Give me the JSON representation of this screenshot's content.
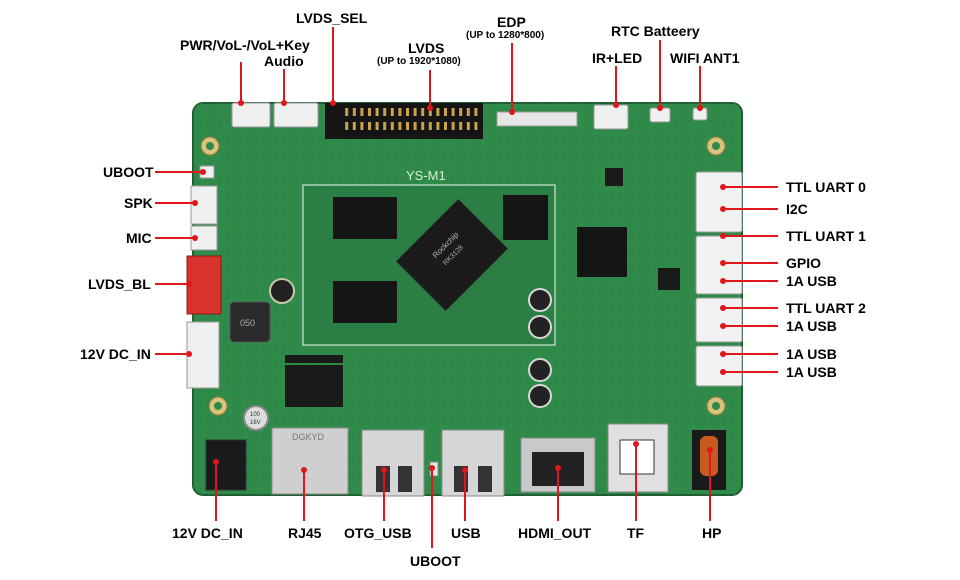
{
  "board": {
    "silkscreen_model": "YS-M1",
    "soc_brand": "Rockchip",
    "soc_part": "RK3128",
    "chip_marks": [
      "DGKYD",
      "100",
      "16V",
      "050"
    ]
  },
  "labels": {
    "pwr": "PWR/VoL-/VoL+Key",
    "audio": "Audio",
    "lvds_sel": "LVDS_SEL",
    "lvds": "LVDS",
    "lvds_sub": "(UP to 1920*1080)",
    "edp": "EDP",
    "edp_sub": "(UP to 1280*800)",
    "rtc": "RTC  Batteery",
    "irled": "IR+LED",
    "wifi": "WIFI  ANT1",
    "uboot_left": "UBOOT",
    "spk": "SPK",
    "mic": "MIC",
    "lvds_bl": "LVDS_BL",
    "dc_in_left": "12V DC_IN",
    "ttl_uart0": "TTL   UART 0",
    "i2c": "I2C",
    "ttl_uart1": "TTL UART 1",
    "gpio": "GPIO",
    "usb1a_1": "1A USB",
    "ttl_uart2": "TTL UART 2",
    "usb1a_2": "1A USB",
    "usb1a_3": "1A USB",
    "usb1a_4": "1A USB",
    "dc_in_bottom": "12V DC_IN",
    "rj45": "RJ45",
    "otg_usb": "OTG_USB",
    "usb": "USB",
    "uboot_bottom": "UBOOT",
    "hdmi_out": "HDMI_OUT",
    "tf": "TF",
    "hp": "HP"
  },
  "colors": {
    "pcb": "#2f8a4a",
    "pcb_dark": "#24703b",
    "leader": "#e0161b",
    "label": "#000000"
  }
}
